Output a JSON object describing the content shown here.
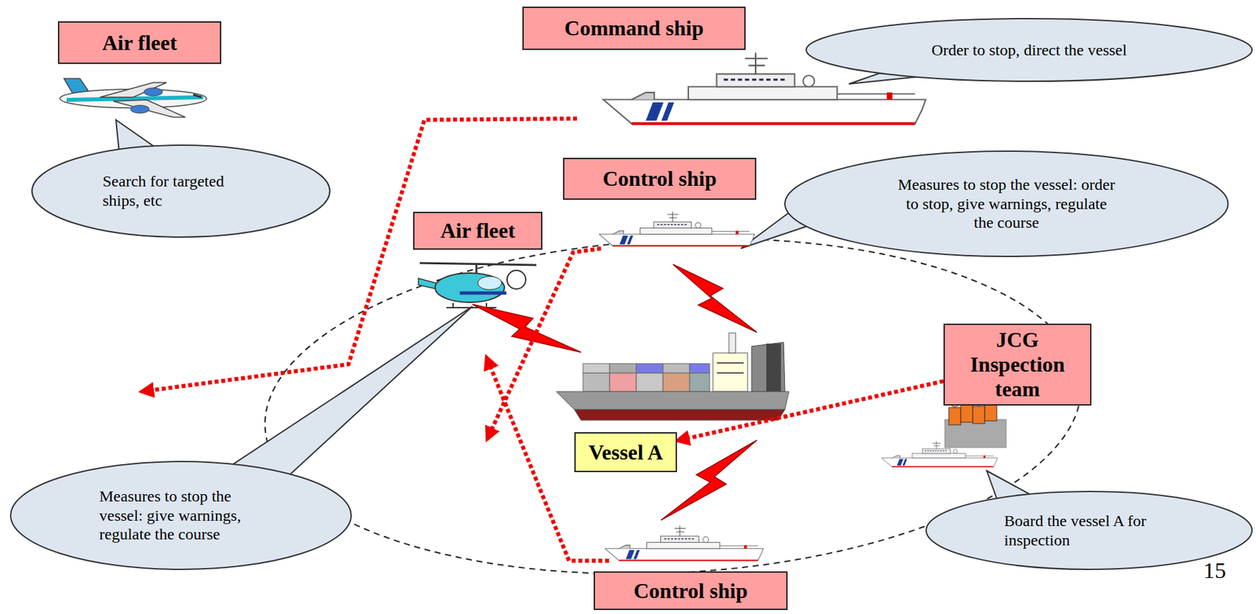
{
  "diagram": {
    "nodes": [
      {
        "text": [
          "Air fleet"
        ]
      },
      {
        "text": [
          "Command ship"
        ]
      },
      {
        "text": [
          "Order to stop, direct the vessel"
        ]
      },
      {
        "text": [
          "Search for targeted ships, etc"
        ]
      },
      {
        "text": [
          "Control ship"
        ]
      },
      {
        "text": [
          "Measures to stop the vessel: order to stop, give warnings, regulate the course"
        ]
      },
      {
        "text": [
          "Air fleet"
        ]
      },
      {
        "text": [
          "JCG Inspection team"
        ]
      },
      {
        "text": [
          "Vessel A"
        ]
      },
      {
        "text": [
          "Measures to stop the vessel: give warnings, regulate the course"
        ]
      },
      {
        "text": [
          "Board the vessel A for inspection"
        ]
      },
      {
        "text": [
          "Control ship"
        ]
      }
    ],
    "edges": [
      {
        "from": 7,
        "to": 8,
        "arrow": "to"
      }
    ],
    "labels": [
      "15"
    ]
  }
}
